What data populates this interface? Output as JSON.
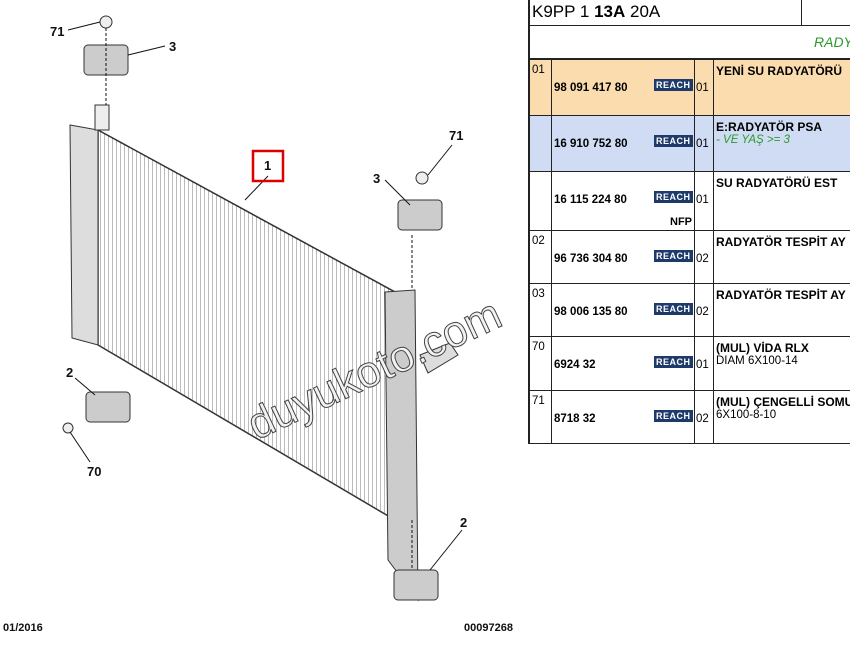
{
  "diagram": {
    "callouts": [
      "71",
      "3",
      "1",
      "71",
      "3",
      "2",
      "70",
      "2"
    ],
    "watermark": "duyukoto.com",
    "date": "01/2016",
    "ref": "00097268"
  },
  "table": {
    "title_pre": "K9PP 1 ",
    "title_bold": "13A",
    "title_post": " 20A",
    "section": "RADY",
    "rows": [
      {
        "ref": "01",
        "part": "98 091 417 80",
        "badge": "REACH",
        "qty": "01",
        "desc": "YENİ SU RADYATÖRÜ",
        "desc2": "",
        "bg": "#fbdcae"
      },
      {
        "ref": "",
        "part": "16 910 752 80",
        "badge": "REACH",
        "qty": "01",
        "desc": "E:RADYATÖR PSA",
        "desc2": "- VE YAŞ >= 3",
        "bg": "#cfdcf3"
      },
      {
        "ref": "",
        "part": "16 115 224 80",
        "badge": "REACH",
        "qty": "01",
        "desc": "SU RADYATÖRÜ EST",
        "desc2": "",
        "note": "NFP",
        "bg": "#ffffff"
      },
      {
        "ref": "02",
        "part": "96 736 304 80",
        "badge": "REACH",
        "qty": "02",
        "desc": "RADYATÖR TESPİT AY",
        "desc2": "",
        "bg": "#ffffff"
      },
      {
        "ref": "03",
        "part": "98 006 135 80",
        "badge": "REACH",
        "qty": "02",
        "desc": "RADYATÖR TESPİT AY",
        "desc2": "",
        "bg": "#ffffff"
      },
      {
        "ref": "70",
        "part": "6924 32",
        "badge": "REACH",
        "qty": "01",
        "desc": "(MUL) VİDA RLX",
        "desc2": "DIAM 6X100-14",
        "bg": "#ffffff"
      },
      {
        "ref": "71",
        "part": "8718 32",
        "badge": "REACH",
        "qty": "02",
        "desc": "(MUL) ÇENGELLİ SOMU",
        "desc2": "6X100-8-10",
        "bg": "#ffffff"
      }
    ]
  }
}
